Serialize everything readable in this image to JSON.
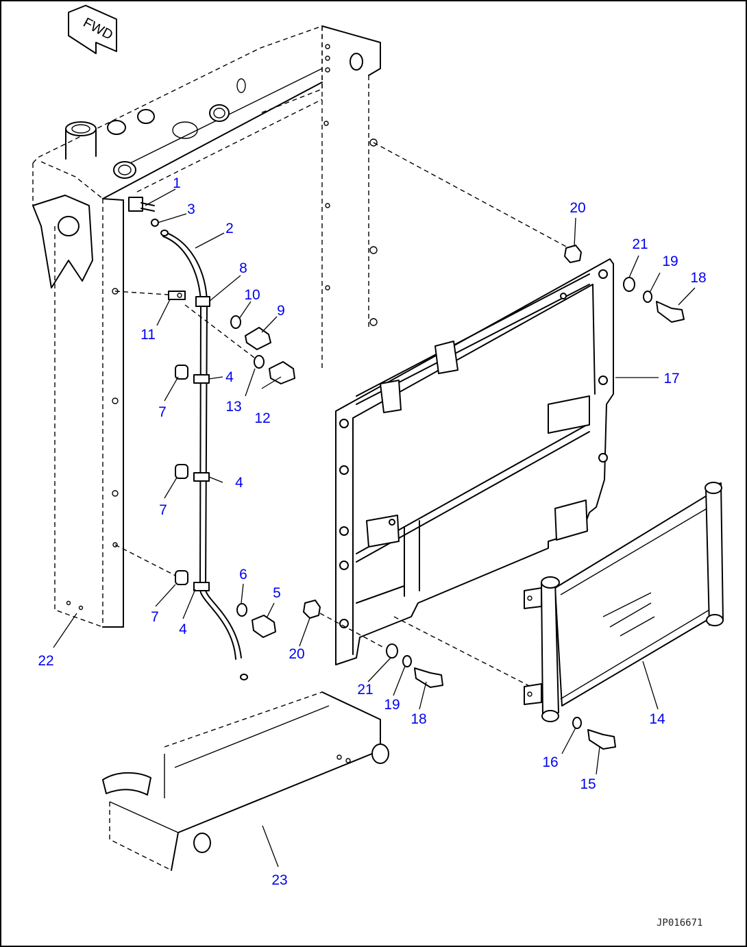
{
  "diagram": {
    "direction_label": "FWD",
    "drawing_id": "JP016671",
    "callouts": [
      {
        "id": "c1",
        "label": "1"
      },
      {
        "id": "c2",
        "label": "2"
      },
      {
        "id": "c3",
        "label": "3"
      },
      {
        "id": "c4a",
        "label": "4"
      },
      {
        "id": "c4b",
        "label": "4"
      },
      {
        "id": "c4c",
        "label": "4"
      },
      {
        "id": "c5",
        "label": "5"
      },
      {
        "id": "c6",
        "label": "6"
      },
      {
        "id": "c7a",
        "label": "7"
      },
      {
        "id": "c7b",
        "label": "7"
      },
      {
        "id": "c7c",
        "label": "7"
      },
      {
        "id": "c8",
        "label": "8"
      },
      {
        "id": "c9",
        "label": "9"
      },
      {
        "id": "c10",
        "label": "10"
      },
      {
        "id": "c11",
        "label": "11"
      },
      {
        "id": "c12",
        "label": "12"
      },
      {
        "id": "c13",
        "label": "13"
      },
      {
        "id": "c14",
        "label": "14"
      },
      {
        "id": "c15",
        "label": "15"
      },
      {
        "id": "c16",
        "label": "16"
      },
      {
        "id": "c17",
        "label": "17"
      },
      {
        "id": "c18a",
        "label": "18"
      },
      {
        "id": "c18b",
        "label": "18"
      },
      {
        "id": "c19a",
        "label": "19"
      },
      {
        "id": "c19b",
        "label": "19"
      },
      {
        "id": "c20a",
        "label": "20"
      },
      {
        "id": "c20b",
        "label": "20"
      },
      {
        "id": "c21a",
        "label": "21"
      },
      {
        "id": "c21b",
        "label": "21"
      },
      {
        "id": "c22",
        "label": "22"
      },
      {
        "id": "c23",
        "label": "23"
      }
    ]
  }
}
